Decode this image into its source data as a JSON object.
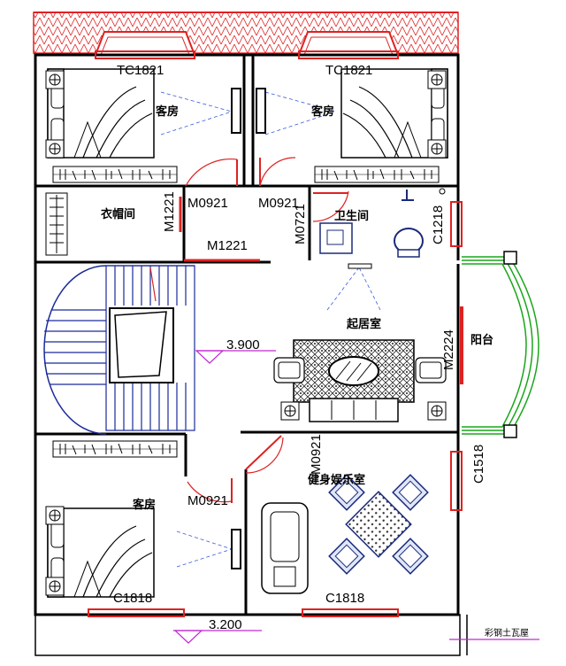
{
  "rooms": {
    "guest_top_left": "客房",
    "guest_top_right": "客房",
    "cloakroom": "衣帽间",
    "bathroom": "卫生间",
    "living_room": "起居室",
    "balcony": "阳台",
    "guest_bottom_left": "客房",
    "fitness_room": "健身娱乐室"
  },
  "windows": {
    "top_left": "TC1821",
    "top_right": "TC1821",
    "bath_side": "C1218",
    "fitness_side": "C1518",
    "bottom_left": "C1818",
    "bottom_right": "C1818"
  },
  "doors": {
    "guest_top_left_door": "M0921",
    "guest_top_right_door": "M0921",
    "cloak_door_vertical": "M1221",
    "cloak_door": "M1221",
    "bath_door": "M0721",
    "balcony_door": "M2224",
    "bottom_guest_door": "M0921",
    "fitness_door": "M0921"
  },
  "elevations": {
    "floor": "3.900",
    "ground": "3.200"
  },
  "note": "彩钢土瓦屋"
}
